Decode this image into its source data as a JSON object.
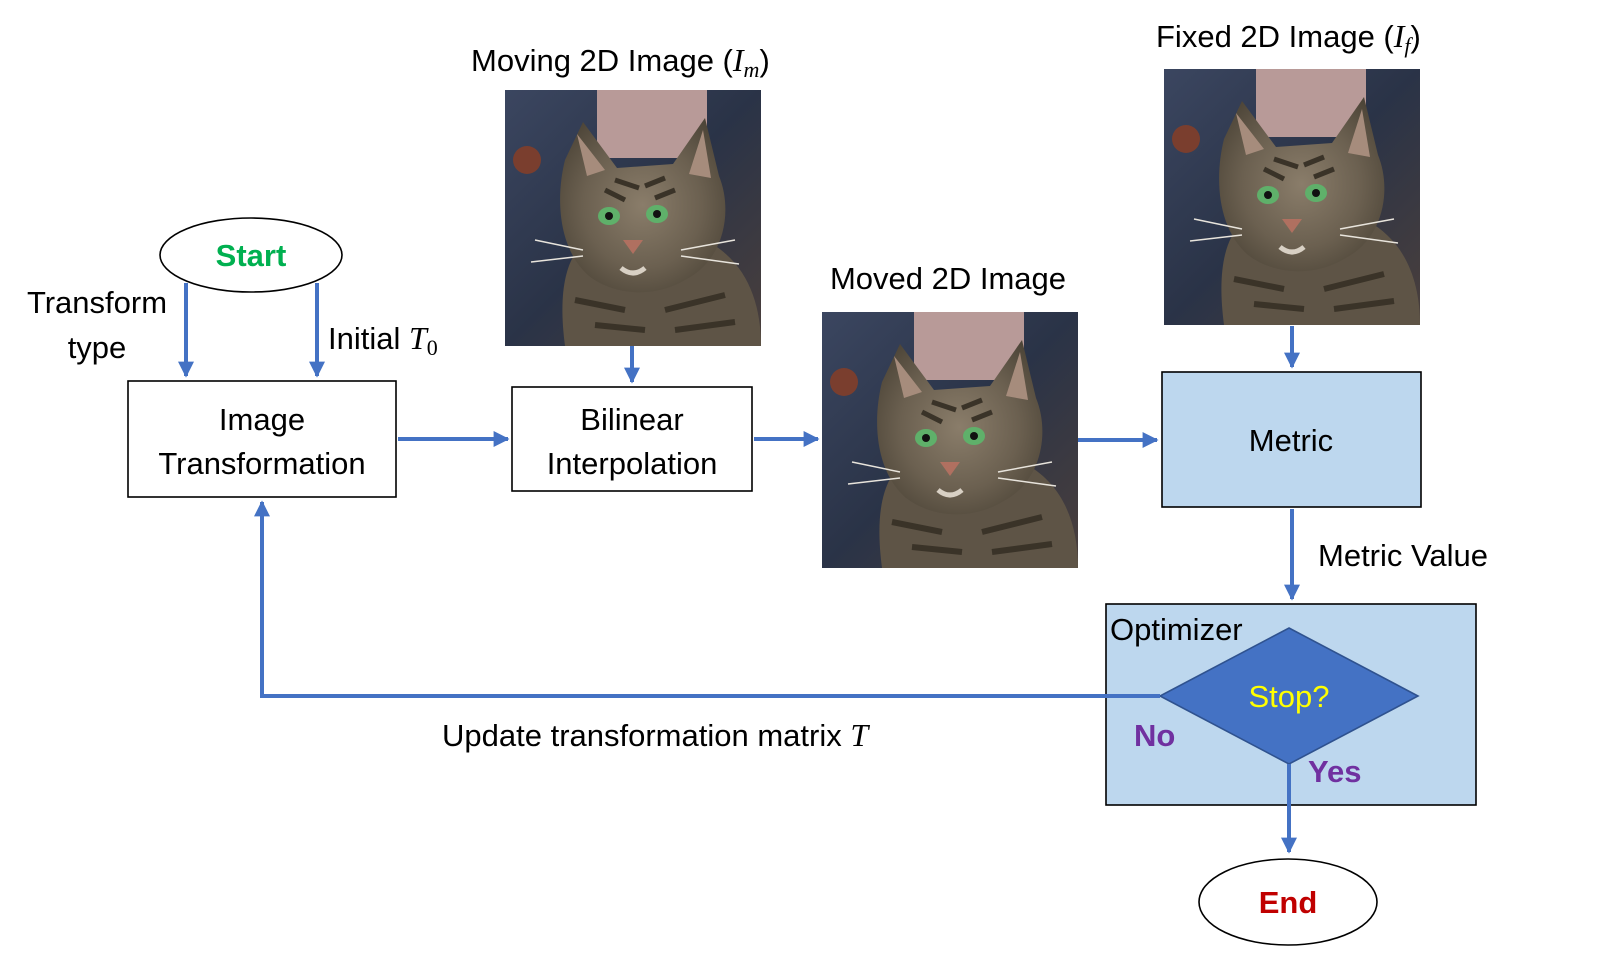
{
  "nodes": {
    "start": "Start",
    "end": "End",
    "image_transformation": [
      "Image",
      "Transformation"
    ],
    "bilinear_interpolation": [
      "Bilinear",
      "Interpolation"
    ],
    "metric": "Metric",
    "optimizer": "Optimizer",
    "stop": "Stop?"
  },
  "images": {
    "moving": {
      "label": "Moving 2D Image (",
      "symbol": "I",
      "sub": "m",
      "close": ")"
    },
    "moved": {
      "label": "Moved 2D Image"
    },
    "fixed": {
      "label": "Fixed 2D Image (",
      "symbol": "I",
      "sub": "f",
      "close": ")"
    }
  },
  "edges": {
    "transform_type": [
      "Transform",
      "type"
    ],
    "initial": {
      "text": "Initial ",
      "symbol": "T",
      "sub": "0"
    },
    "metric_value": "Metric Value",
    "update": {
      "text": "Update transformation matrix ",
      "symbol": "T"
    },
    "no": "No",
    "yes": "Yes"
  },
  "colors": {
    "arrow": "#4472c4",
    "box_fill_blue": "#bdd7ee",
    "diamond_fill": "#4472c4",
    "start_text": "#00b050",
    "end_text": "#c00000",
    "stop_text": "#ffff00",
    "decision_text": "#7030a0"
  }
}
